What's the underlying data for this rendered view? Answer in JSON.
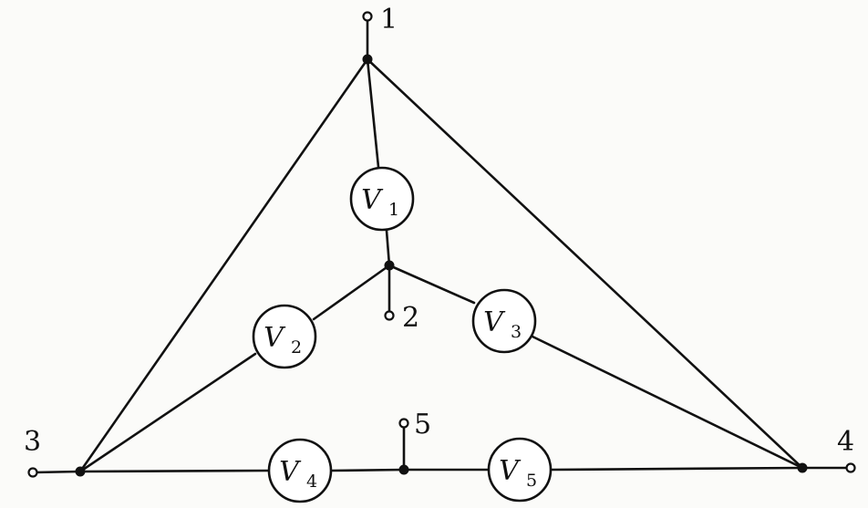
{
  "nodes": {
    "n1": "1",
    "n2": "2",
    "n3": "3",
    "n4": "4",
    "n5": "5"
  },
  "meters": {
    "v1": {
      "letter": "V",
      "sub": "1"
    },
    "v2": {
      "letter": "V",
      "sub": "2"
    },
    "v3": {
      "letter": "V",
      "sub": "3"
    },
    "v4": {
      "letter": "V",
      "sub": "4"
    },
    "v5": {
      "letter": "V",
      "sub": "5"
    }
  },
  "colors": {
    "ink": "#111111",
    "background": "#fbfbf9"
  }
}
